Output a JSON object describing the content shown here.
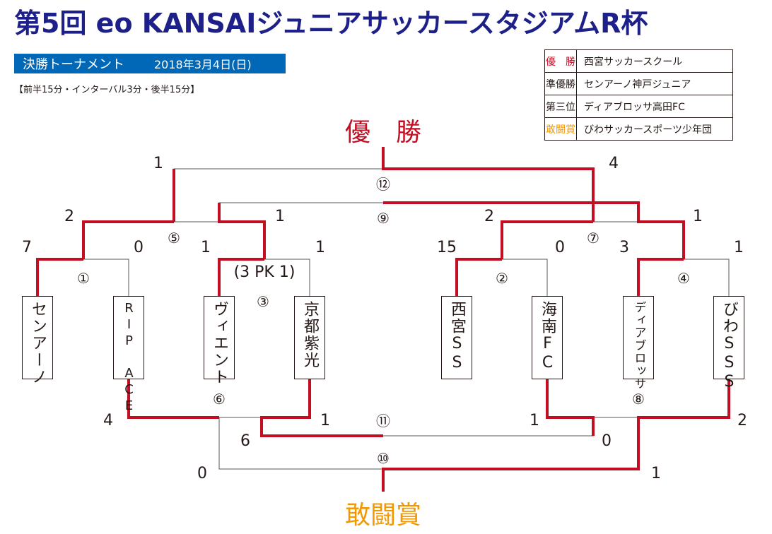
{
  "title": "第5回 eo KANSAIジュニアサッカースタジアムR杯",
  "subtitle": {
    "label": "決勝トーナメント",
    "date": "2018年3月4日(日)"
  },
  "rules": "【前半15分・インターバル3分・後半15分】",
  "results": [
    {
      "rank": "優　勝",
      "team": "西宮サッカースクール",
      "color": "#c30d23"
    },
    {
      "rank": "準優勝",
      "team": "センアーノ神戸ジュニア",
      "color": "#231815"
    },
    {
      "rank": "第三位",
      "team": "ディアブロッサ高田FC",
      "color": "#231815"
    },
    {
      "rank": "敢闘賞",
      "team": "びわサッカースポーツ少年団",
      "color": "#f39800"
    }
  ],
  "champion_label": "優　勝",
  "fighting_spirit_label": "敢闘賞",
  "colors": {
    "winner_line": "#c30d23",
    "line": "#595757",
    "title": "#1d2088",
    "band": "#0068b7"
  },
  "teams": [
    "センアーノ",
    "RIP ACE",
    "ヴィエント",
    "京都紫光",
    "西宮SS",
    "海南FC",
    "ディアブロッサ",
    "びわSSS"
  ],
  "match_numbers": [
    "①",
    "②",
    "③",
    "④",
    "⑤",
    "⑥",
    "⑦",
    "⑧",
    "⑨",
    "⑩",
    "⑪",
    "⑫"
  ],
  "scores": {
    "m1": [
      "7",
      "0"
    ],
    "m3": [
      "1",
      "1"
    ],
    "m3_pk": "(3 PK 1)",
    "m2": [
      "15",
      "0"
    ],
    "m4": [
      "3",
      "1"
    ],
    "m5": [
      "2",
      "1"
    ],
    "m7": [
      "2",
      "1"
    ],
    "m9": [
      "1",
      "4"
    ],
    "m6": [
      "4",
      "1"
    ],
    "m8": [
      "0",
      "2"
    ],
    "m11": [
      "6",
      "1",
      "0"
    ],
    "m10": [
      "0",
      "1"
    ]
  }
}
